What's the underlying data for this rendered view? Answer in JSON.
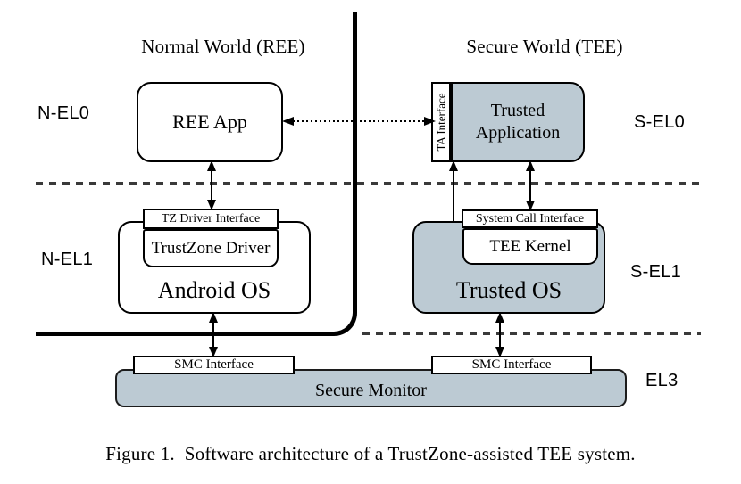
{
  "diagram": {
    "titles": {
      "normal_world": "Normal World (REE)",
      "secure_world": "Secure World (TEE)"
    },
    "exception_levels": {
      "n_el0": "N-EL0",
      "n_el1": "N-EL1",
      "s_el0": "S-EL0",
      "s_el1": "S-EL1",
      "el3": "EL3"
    },
    "normal_world": {
      "ree_app": "REE App",
      "tz_driver_interface": "TZ Driver Interface",
      "trustzone_driver": "TrustZone Driver",
      "android_os": "Android OS",
      "smc_interface": "SMC Interface"
    },
    "secure_world": {
      "ta_interface": "TA Interface",
      "trusted_application": "Trusted Application",
      "system_call_interface": "System Call Interface",
      "tee_kernel": "TEE Kernel",
      "trusted_os": "Trusted OS",
      "smc_interface": "SMC Interface"
    },
    "monitor_level": {
      "secure_monitor": "Secure Monitor"
    },
    "caption": "Figure 1.  Software architecture of a TrustZone-assisted TEE system.",
    "colors": {
      "secure_fill": "#bccad3",
      "line": "#000000",
      "background": "#ffffff"
    }
  }
}
